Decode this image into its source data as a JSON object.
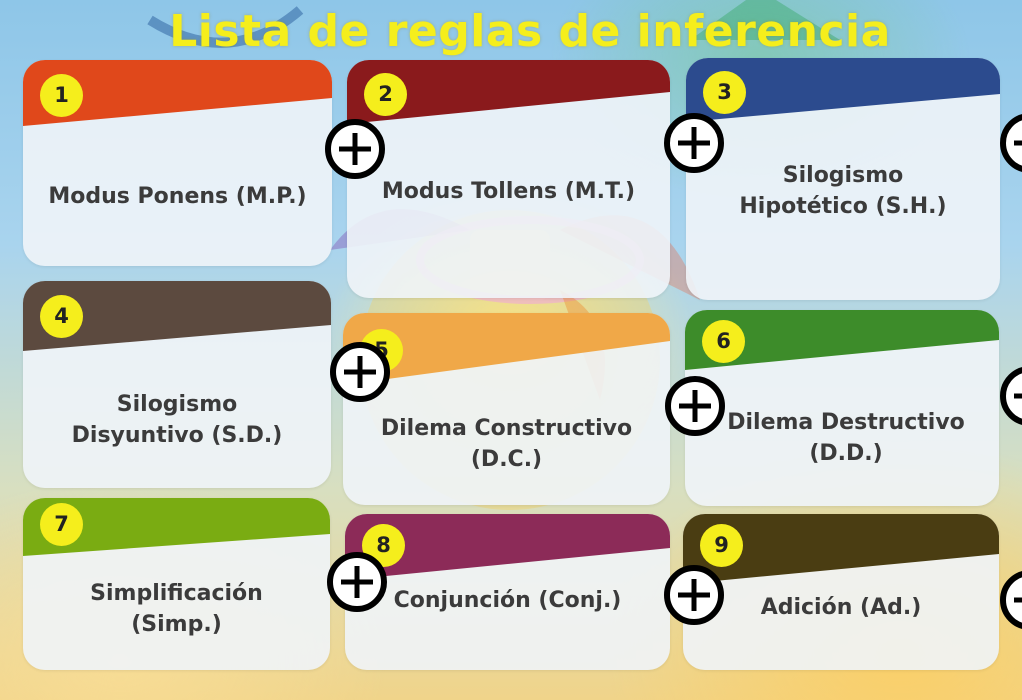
{
  "page": {
    "title": "Lista de reglas de inferencia"
  },
  "rules": [
    {
      "number": "1",
      "label": "Modus Ponens (M.P.)",
      "color": "#e0481b"
    },
    {
      "number": "2",
      "label": "Modus Tollens (M.T.)",
      "color": "#8a1a1c"
    },
    {
      "number": "3",
      "label": "Silogismo Hipotético (S.H.)",
      "color": "#2c4b8e"
    },
    {
      "number": "4",
      "label": "Silogismo Disyuntivo (S.D.)",
      "color": "#5c4a3f"
    },
    {
      "number": "5",
      "label": "Dilema Constructivo (D.C.)",
      "color": "#f0a848"
    },
    {
      "number": "6",
      "label": "Dilema Destructivo (D.D.)",
      "color": "#3d8c2a"
    },
    {
      "number": "7",
      "label": "Simplificación (Simp.)",
      "color": "#7aac12"
    },
    {
      "number": "8",
      "label": "Conjunción (Conj.)",
      "color": "#8c2b58"
    },
    {
      "number": "9",
      "label": "Adición (Ad.)",
      "color": "#4a3d12"
    }
  ]
}
